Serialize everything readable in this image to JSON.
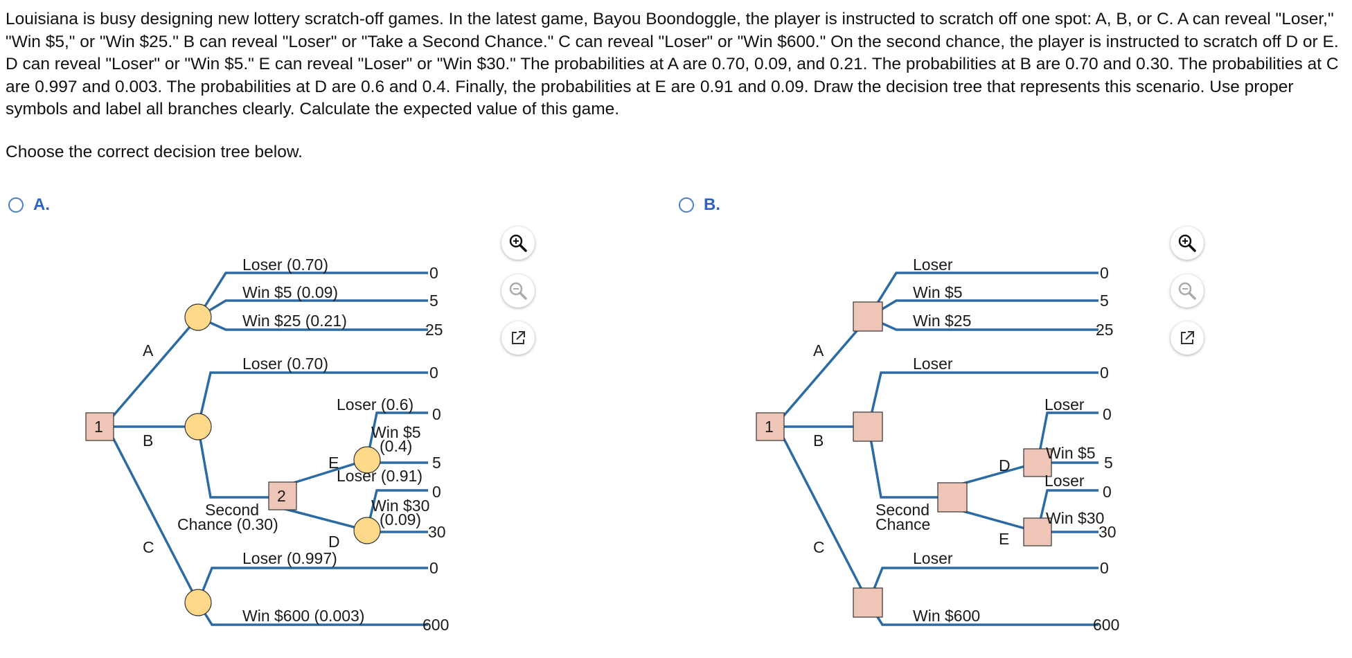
{
  "question": {
    "text": "Louisiana is busy designing new lottery scratch-off games. In the latest game, Bayou Boondoggle, the player is instructed to scratch off one spot: A, B, or C. A can reveal \"Loser,\" \"Win $5,\" or \"Win $25.\" B can reveal \"Loser\" or \"Take a Second Chance.\" C can reveal \"Loser\" or \"Win $600.\" On the second chance, the player is instructed to scratch off D or E. D can reveal \"Loser\" or \"Win $5.\" E can reveal \"Loser\" or \"Win $30.\" The probabilities at A are 0.70, 0.09, and 0.21. The probabilities at B are 0.70 and 0.30. The probabilities at C are 0.997 and 0.003. The probabilities at D are 0.6 and 0.4. Finally, the probabilities at E are 0.91 and 0.09. Draw the decision tree that represents this scenario. Use proper symbols and label all branches clearly. Calculate the expected value of this game.",
    "prompt": "Choose the correct decision tree below."
  },
  "options": [
    {
      "letter": "A.",
      "tree": {
        "root_label": "1",
        "node2_label": "2",
        "branch_A": "A",
        "branch_B": "B",
        "branch_C": "C",
        "branch_D": "D",
        "branch_E": "E",
        "a_loser": "Loser (0.70)",
        "a_win5": "Win $5 (0.09)",
        "a_win25": "Win $25 (0.21)",
        "b_loser": "Loser (0.70)",
        "second_line1": "Second",
        "second_line2": "Chance (0.30)",
        "e_loser": "Loser (0.6)",
        "e_win_line1": "Win $5",
        "e_win_line2": "(0.4)",
        "d_loser": "Loser (0.91)",
        "d_win_line1": "Win $30",
        "d_win_line2": "(0.09)",
        "c_loser": "Loser (0.997)",
        "c_win": "Win $600 (0.003)",
        "payoffs": [
          "0",
          "5",
          "25",
          "0",
          "0",
          "5",
          "0",
          "30",
          "0",
          "600"
        ]
      }
    },
    {
      "letter": "B.",
      "tree": {
        "root_label": "1",
        "branch_A": "A",
        "branch_B": "B",
        "branch_C": "C",
        "branch_D": "D",
        "branch_E": "E",
        "a_loser": "Loser",
        "a_win5": "Win $5",
        "a_win25": "Win $25",
        "b_loser": "Loser",
        "second_line1": "Second",
        "second_line2": "Chance",
        "d_loser": "Loser",
        "d_win": "Win $5",
        "e_loser": "Loser",
        "e_win": "Win $30",
        "c_loser": "Loser",
        "c_win": "Win $600",
        "payoffs": [
          "0",
          "5",
          "25",
          "0",
          "0",
          "5",
          "0",
          "30",
          "0",
          "600"
        ]
      }
    }
  ],
  "tools": {
    "zoom_in": "zoom-in-icon",
    "zoom_out": "zoom-out-icon",
    "open_new": "external-link-icon"
  },
  "colors": {
    "branch": "#2b6aa3",
    "decision_fill": "#efc5b8",
    "chance_fill": "#ffd98a",
    "option_letter": "#2f62c0"
  }
}
